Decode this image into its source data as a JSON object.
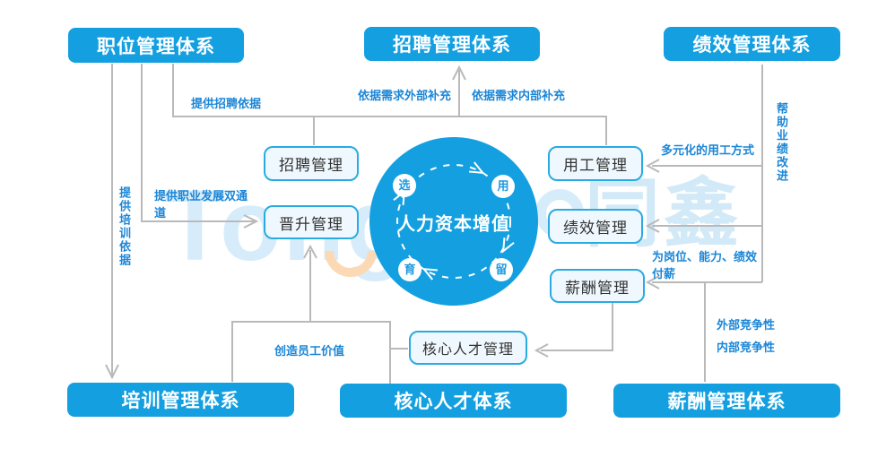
{
  "systems": {
    "position": "职位管理体系",
    "recruitment": "招聘管理体系",
    "performance": "绩效管理体系",
    "training": "培训管理体系",
    "core_talent": "核心人才体系",
    "compensation": "薪酬管理体系"
  },
  "modules": {
    "recruitment": "招聘管理",
    "promotion": "晋升管理",
    "employment": "用工管理",
    "performance": "绩效管理",
    "compensation": "薪酬管理",
    "core_talent": "核心人才管理"
  },
  "center": {
    "title": "人力资本增值",
    "nodes": {
      "select": "选",
      "use": "用",
      "retain": "留",
      "develop": "育"
    }
  },
  "edge_labels": {
    "provide_recruitment_basis": "提供招聘依据",
    "external_supplement_by_demand": "依据需求外部补充",
    "internal_supplement_by_demand": "依据需求内部补充",
    "provide_training_basis": "提供培训依据",
    "provide_dual_career_channel": "提供职业发展双通道",
    "help_performance_improvement": "帮助业绩改进",
    "diversified_employment_modes": "多元化的用工方式",
    "pay_for_position_ability_performance": "为岗位、能力、绩效付薪",
    "external_competitiveness": "外部竞争性",
    "internal_competitiveness": "内部竞争性",
    "create_employee_value": "创造员工价值"
  },
  "watermark": {
    "latin": "Tong",
    "cjk": "同鑫"
  },
  "colors": {
    "primary_blue": "#14a0e0",
    "module_border": "#29abe2",
    "module_fill": "#eff8fe",
    "label_blue": "#1b86d6",
    "line_gray": "#b9b9b9",
    "watermark_blue": "#d7ecfa",
    "watermark_orange": "#fbd9b4"
  }
}
